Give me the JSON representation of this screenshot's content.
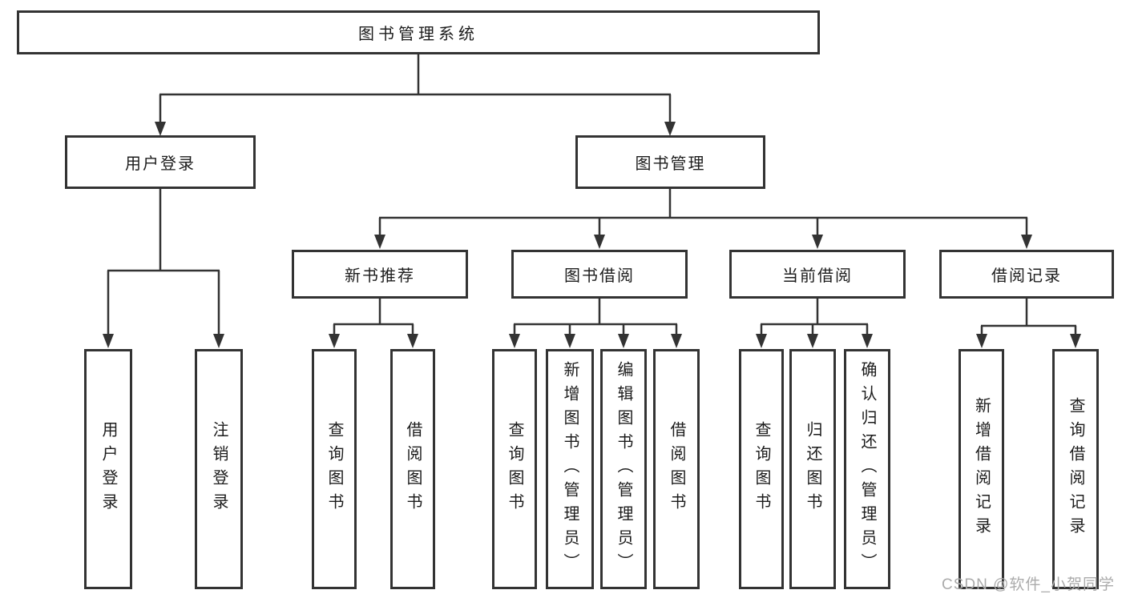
{
  "diagram": {
    "root_label": "图书管理系统",
    "level2": {
      "user_login": "用户登录",
      "book_mgmt": "图书管理"
    },
    "level3": {
      "new_books": "新书推荐",
      "book_borrow": "图书借阅",
      "current_borrow": "当前借阅",
      "borrow_records": "借阅记录"
    },
    "leaves": {
      "user_login": [
        "用户登录",
        "注销登录"
      ],
      "new_books": [
        "查询图书",
        "借阅图书"
      ],
      "book_borrow": [
        "查询图书",
        "新增图书（管理员）",
        "编辑图书（管理员）",
        "借阅图书"
      ],
      "current_borrow": [
        "查询图书",
        "归还图书",
        "确认归还（管理员）"
      ],
      "borrow_records": [
        "新增借阅记录",
        "查询借阅记录"
      ]
    },
    "watermark": "CSDN @软件_小贺同学",
    "colors": {
      "line": "#333333",
      "text": "#1c1c1c",
      "background": "#ffffff",
      "watermark": "#ababab"
    }
  }
}
